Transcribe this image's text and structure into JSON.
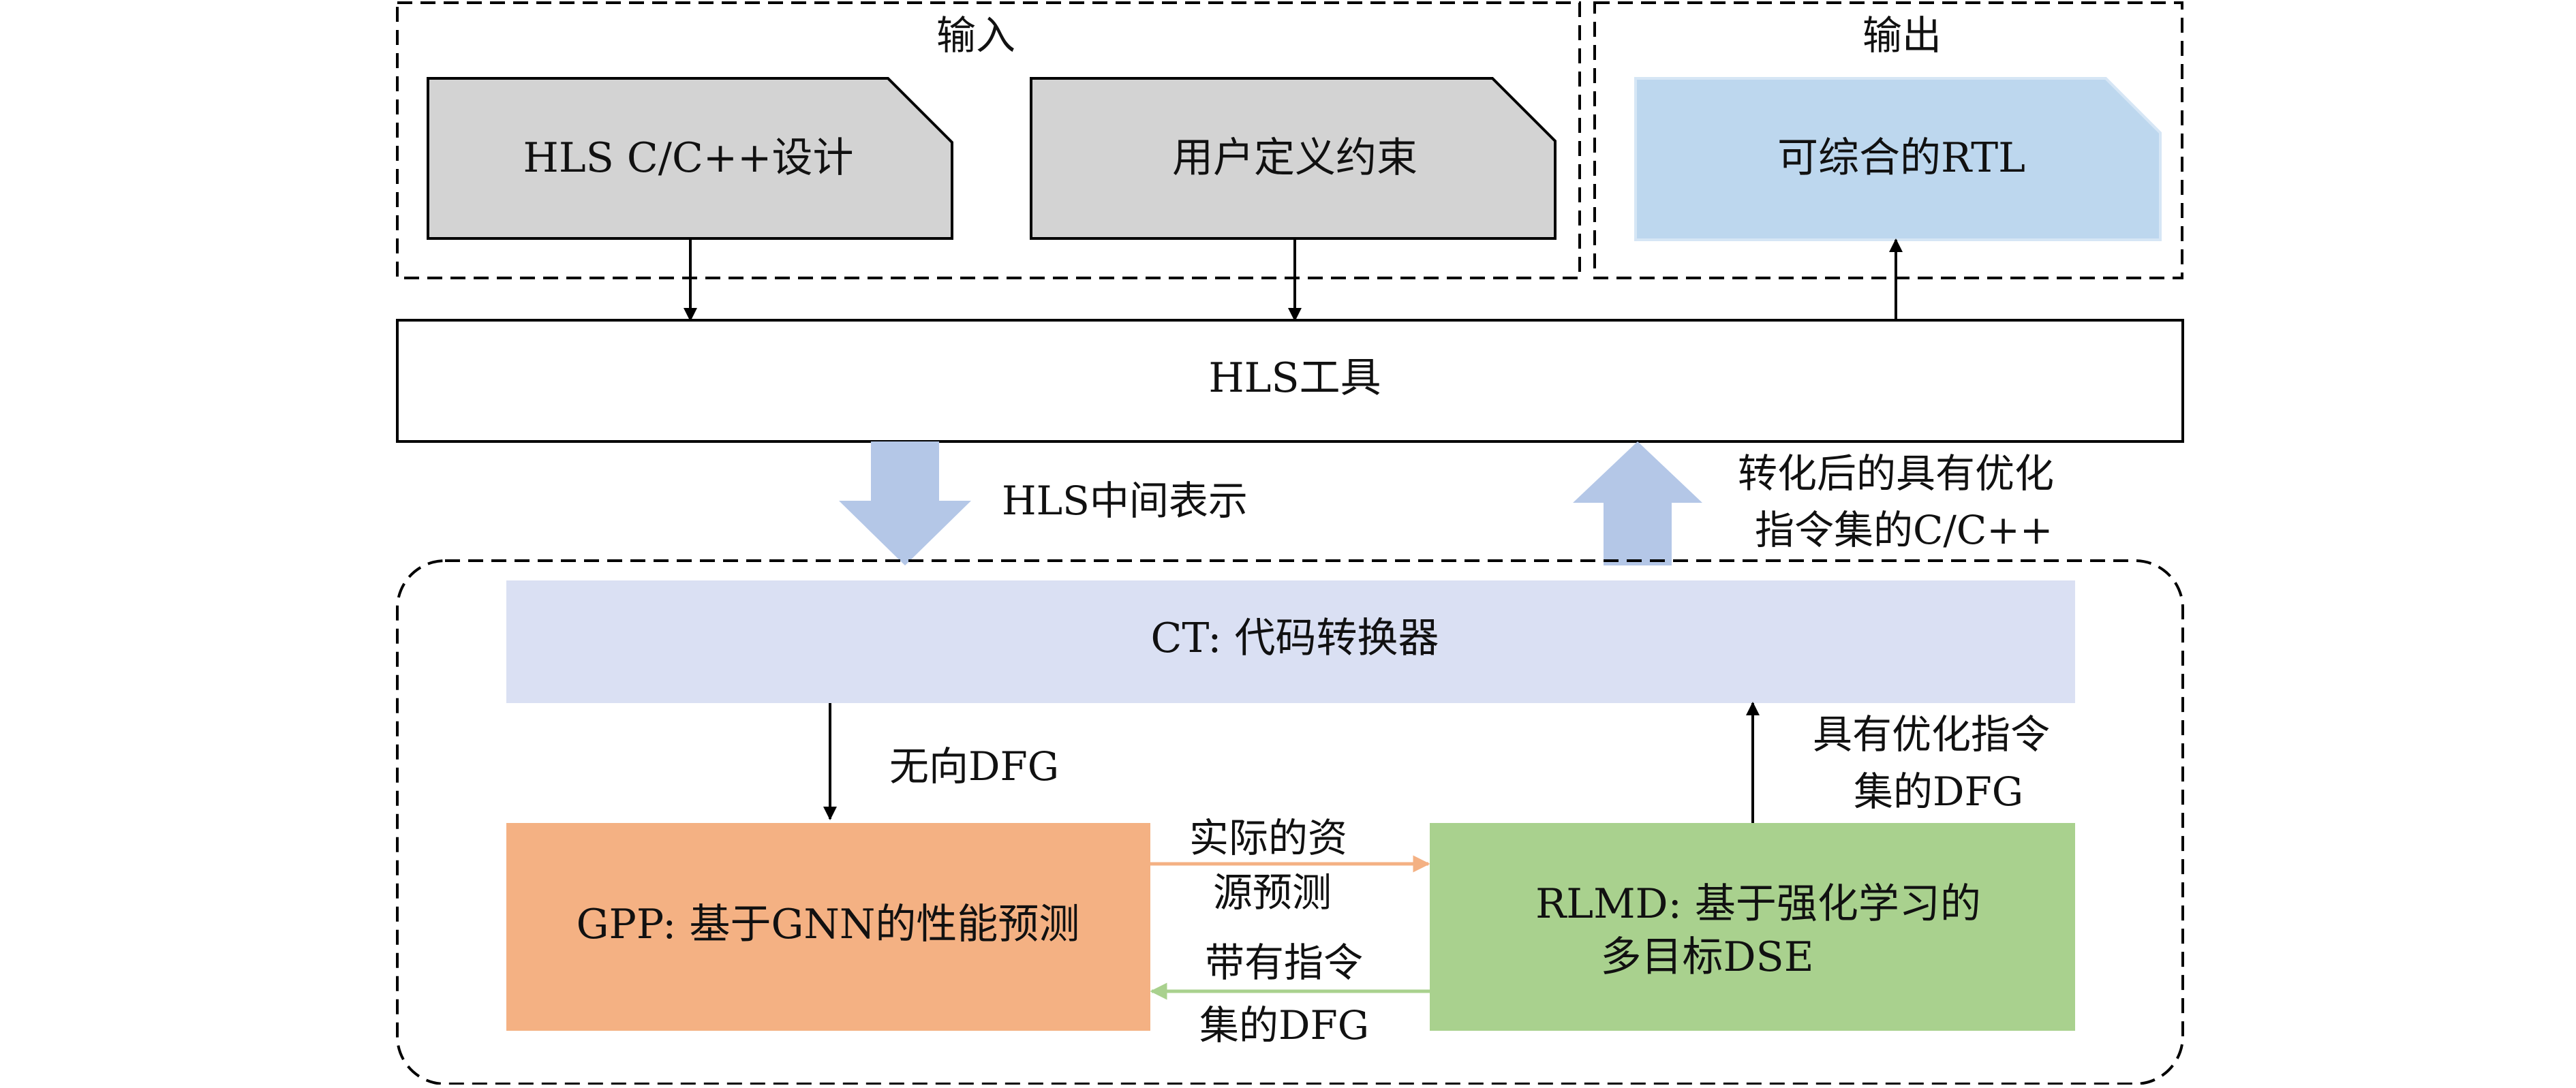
{
  "input_group": {
    "title": "输入"
  },
  "output_group": {
    "title": "输出"
  },
  "inputs": {
    "hls_design": "HLS C/C++设计",
    "user_constraints": "用户定义约束"
  },
  "output_doc": {
    "label": "可综合的RTL"
  },
  "hls_tool": {
    "label": "HLS工具"
  },
  "flows": {
    "hls_ir": "HLS中间表示",
    "transformed_code": [
      "转化后的具有优化",
      "指令集的C/C++"
    ],
    "undirected_dfg": "无向DFG",
    "optimized_dfg": [
      "具有优化指令",
      "集的DFG"
    ],
    "actual_resource": [
      "实际的资",
      "源预测"
    ],
    "dfg_with_directives": [
      "带有指令",
      "集的DFG"
    ]
  },
  "modules": {
    "ct": "CT: 代码转换器",
    "gpp": "GPP: 基于GNN的性能预测",
    "rlmd": [
      "RLMD: 基于强化学习的",
      "多目标DSE"
    ]
  },
  "colors": {
    "input_doc_fill": "#d3d3d3",
    "output_doc_fill": "#bdd7ee",
    "ct_fill": "#dae0f3",
    "gpp_fill": "#f4b183",
    "rlmd_fill": "#a9d18e",
    "big_arrow_fill": "#b4c7e7",
    "orange_arrow": "#f4b183",
    "green_arrow": "#a9d18e"
  }
}
